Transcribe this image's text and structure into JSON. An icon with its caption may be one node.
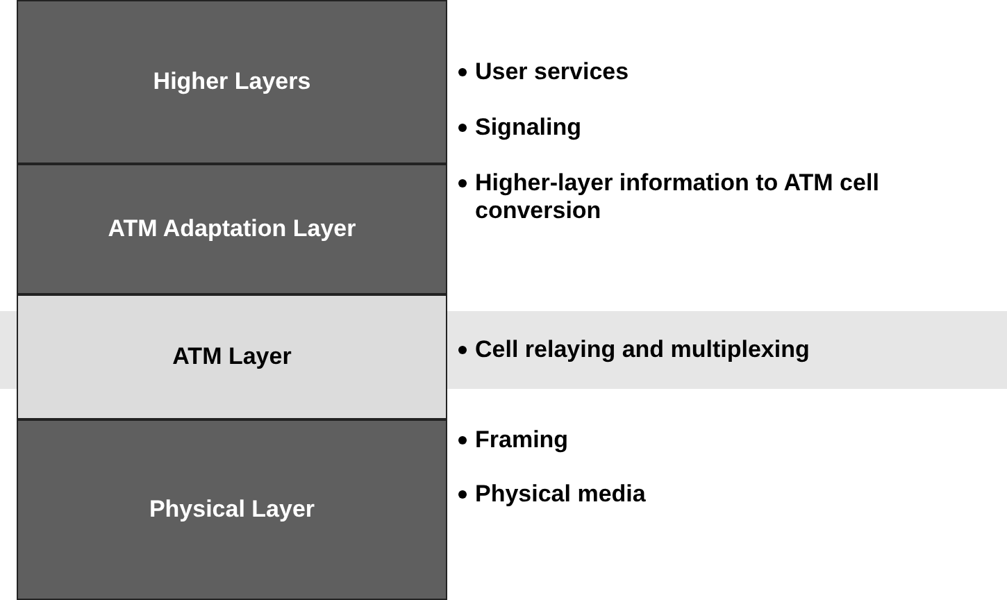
{
  "diagram": {
    "nodes": [
      {
        "text": [
          "Higher Layers"
        ],
        "beside": [
          "User services",
          "Signaling"
        ]
      },
      {
        "text": [
          "ATM Adaptation Layer"
        ],
        "beside": [
          "Higher-layer information to ATM cell conversion"
        ]
      },
      {
        "text": [
          "ATM Layer"
        ],
        "beside": [
          "Cell relaying and multiplexing"
        ]
      },
      {
        "text": [
          "Physical Layer"
        ],
        "beside": [
          "Framing",
          "Physical media"
        ]
      }
    ]
  }
}
